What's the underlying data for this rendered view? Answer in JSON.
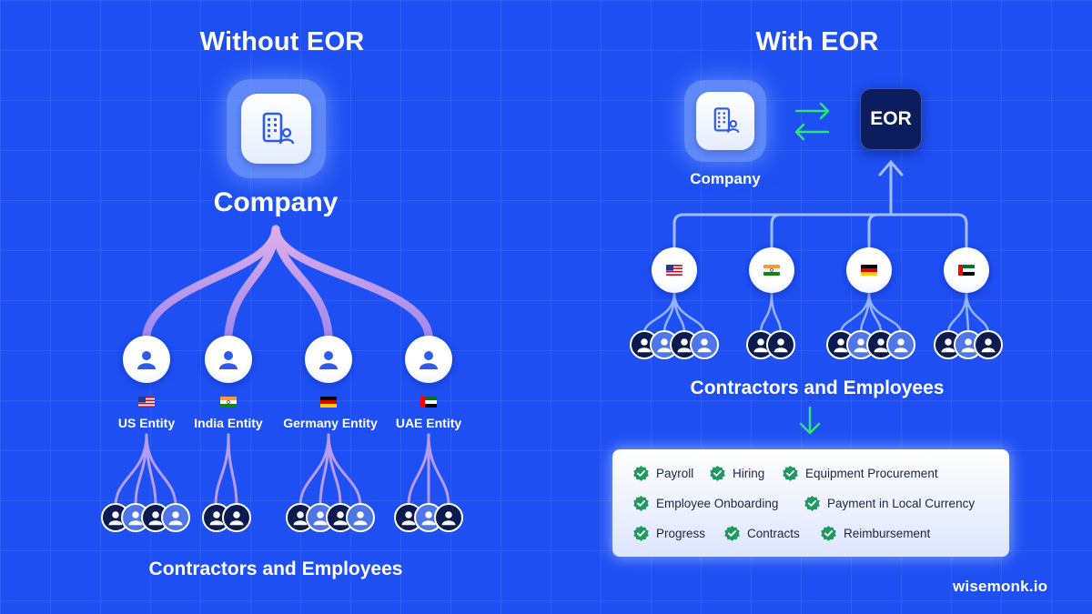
{
  "left": {
    "heading": "Without EOR",
    "company_label": "Company",
    "entities": [
      {
        "label": "US Entity",
        "flag": "us",
        "people": 4
      },
      {
        "label": "India Entity",
        "flag": "in",
        "people": 2
      },
      {
        "label": "Germany Entity",
        "flag": "de",
        "people": 4
      },
      {
        "label": "UAE Entity",
        "flag": "ae",
        "people": 3
      }
    ],
    "bottom_label": "Contractors and Employees"
  },
  "right": {
    "heading": "With EOR",
    "company_label": "Company",
    "eor_label": "EOR",
    "countries": [
      {
        "flag": "us",
        "people": 4
      },
      {
        "flag": "in",
        "people": 2
      },
      {
        "flag": "de",
        "people": 4
      },
      {
        "flag": "ae",
        "people": 3
      }
    ],
    "contractors_label": "Contractors and Employees",
    "features": {
      "payroll": "Payroll",
      "hiring": "Hiring",
      "equipment": "Equipment Procurement",
      "onboarding": "Employee Onboarding",
      "payment": "Payment in Local Currency",
      "progress": "Progress",
      "contracts": "Contracts",
      "reimbursement": "Reimbursement"
    }
  },
  "footer": {
    "brand": "wisemonk.io"
  },
  "colors": {
    "background": "#1d4ff2",
    "eor_box": "#0b1d5c",
    "check_green": "#1f9a5e",
    "arrow_green": "#2ee37a",
    "link_pink": "#c9a6ee"
  }
}
